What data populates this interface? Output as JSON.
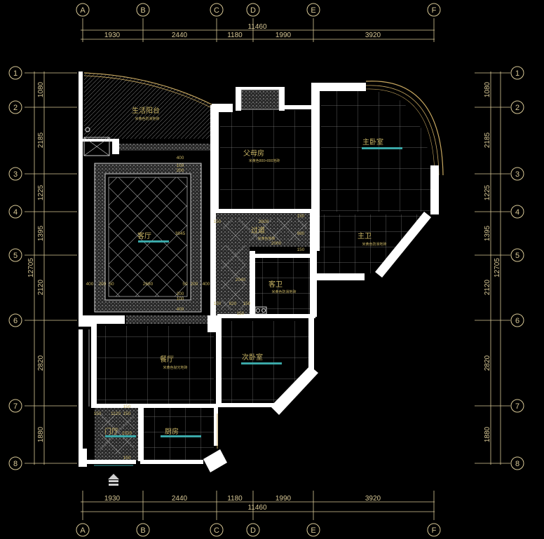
{
  "axes_top": [
    "A",
    "B",
    "C",
    "D",
    "E",
    "F"
  ],
  "axes_bottom": [
    "A",
    "B",
    "C",
    "D",
    "E",
    "F"
  ],
  "axes_left": [
    "1",
    "2",
    "3",
    "4",
    "5",
    "6",
    "7",
    "8"
  ],
  "axes_right": [
    "1",
    "2",
    "3",
    "4",
    "5",
    "6",
    "7",
    "8"
  ],
  "dims_horizontal": [
    "1930",
    "2440",
    "1180",
    "1990",
    "3920"
  ],
  "dim_total_horizontal": "11460",
  "dims_vertical": [
    "1080",
    "2185",
    "1225",
    "1395",
    "2120",
    "2820",
    "1880"
  ],
  "dim_total_vertical": "12705",
  "rooms": {
    "balcony": {
      "name": "生活阳台",
      "note": "米黄色防滑地砖"
    },
    "parents_room": {
      "name": "父母房",
      "note": "米黄色800×800地砖"
    },
    "master_bedroom": {
      "name": "主卧室",
      "note": ""
    },
    "living_room": {
      "name": "客厅",
      "note": ""
    },
    "corridor": {
      "name": "过道",
      "note": "米黄色地砖"
    },
    "master_bath": {
      "name": "主卫",
      "note": "米黄色防滑地砖"
    },
    "guest_bath": {
      "name": "客卫",
      "note": "米黄色防滑地砖"
    },
    "dining_room": {
      "name": "餐厅",
      "note": "米黄色抛光地砖"
    },
    "second_bedroom": {
      "name": "次卧室",
      "note": ""
    },
    "foyer": {
      "name": "门厅",
      "note": ""
    },
    "kitchen": {
      "name": "厨房",
      "note": ""
    }
  },
  "inner_dims": {
    "living_top_400": "400",
    "living_top_100": "100",
    "living_top_200": "200",
    "living_height": "3845",
    "living_left_400": "400",
    "living_left_200": "200",
    "living_left_50": "50",
    "living_width": "2680",
    "living_right_50": "50",
    "living_right_200": "200",
    "living_right_400": "400",
    "living_bot_200": "200",
    "living_bot_100": "100",
    "living_bot_400": "400",
    "corridor_150a": "150",
    "corridor_2820": "2820",
    "corridor_150b": "150",
    "corridor_980": "980",
    "corridor_2000": "2000",
    "corridor_150c": "150",
    "corridor_2040": "2040",
    "corridor_150d": "150",
    "corridor_820": "820",
    "corridor_150e": "150",
    "corridor_150f": "150",
    "foyer_150a": "150",
    "foyer_1120": "1120",
    "foyer_150b": "150",
    "foyer_150c": "150",
    "foyer_1520": "1520",
    "foyer_150d": "150"
  },
  "colors": {
    "background": "#000000",
    "dimension": "#d8c896",
    "wall": "#ffffff",
    "grid": "#8a8a8a",
    "label": "#c8b464",
    "accent": "#3aa8a8",
    "arc": "#c8a860"
  }
}
